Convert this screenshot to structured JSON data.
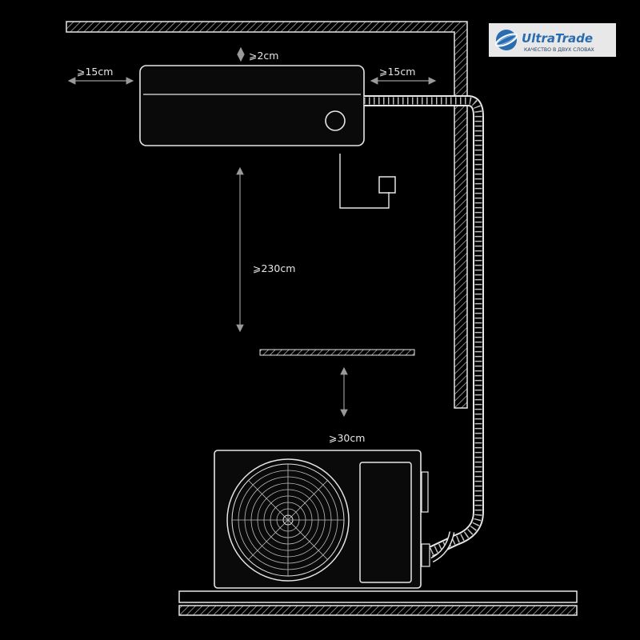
{
  "dimensions": {
    "left_clearance": "⩾15cm",
    "top_clearance": "⩾2cm",
    "right_clearance": "⩾15cm",
    "height_above_obstacle": "⩾230cm",
    "outdoor_unit_clearance": "⩾30cm"
  },
  "logo": {
    "brand": "UltraTrade",
    "tagline": "КАЧЕСТВО В ДВУХ СЛОВАХ",
    "colors": {
      "background": "#e8e8e8",
      "brand_text": "#2a6cb0",
      "tagline_text": "#1f3a5f"
    }
  },
  "colors": {
    "background": "#000000",
    "line": "#e6e6e6",
    "hatch": "#bdbdbd",
    "dimension_arrow": "#9a9a9a",
    "unit_fill": "#0a0a0a"
  },
  "icons": {
    "indoor_display": "circle-icon",
    "wall_socket": "socket-icon",
    "outdoor_fan": "fan-icon"
  }
}
